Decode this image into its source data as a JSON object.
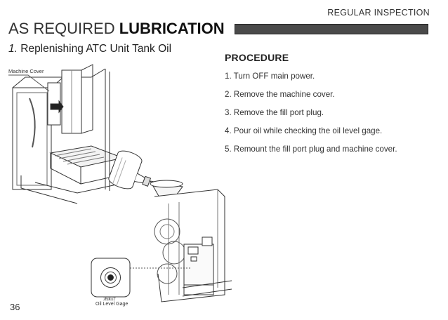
{
  "header": {
    "section": "REGULAR INSPECTION"
  },
  "title": {
    "light": "AS REQUIRED",
    "bold": "LUBRICATION"
  },
  "subtitle": {
    "number": "1.",
    "text": "Replenishing ATC Unit Tank Oil"
  },
  "procedure": {
    "heading": "PROCEDURE",
    "steps": [
      "1. Turn OFF main power.",
      "2. Remove the machine cover.",
      "3. Remove the fill port plug.",
      "4. Pour oil while checking the oil level gage.",
      "5. Remount the fill port plug and machine cover."
    ]
  },
  "figure": {
    "callout": "Machine Cover",
    "gage_cn": "油面计",
    "gage_label": "Oil Level Gage"
  },
  "page_number": "36"
}
